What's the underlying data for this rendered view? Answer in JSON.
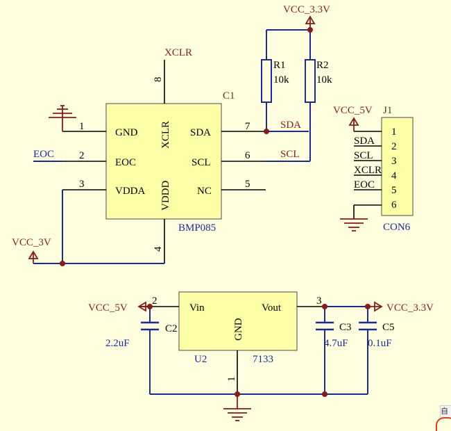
{
  "u1": {
    "ref": "C1",
    "value": "BMP085",
    "pins": {
      "gnd": {
        "name": "GND",
        "num": "1"
      },
      "eoc": {
        "name": "EOC",
        "num": "2"
      },
      "vdda": {
        "name": "VDDA",
        "num": "3"
      },
      "vddd": {
        "name": "VDDD",
        "num": "4"
      },
      "nc": {
        "name": "NC",
        "num": "5"
      },
      "scl": {
        "name": "SCL",
        "num": "6"
      },
      "sda": {
        "name": "SDA",
        "num": "7"
      },
      "xclr": {
        "name": "XCLR",
        "num": "8"
      }
    }
  },
  "r1": {
    "ref": "R1",
    "value": "10k"
  },
  "r2": {
    "ref": "R2",
    "value": "10k"
  },
  "net_labels": {
    "vcc33_top": "VCC_3.3V",
    "xclr": "XCLR",
    "eoc": "EOC",
    "sda": "SDA",
    "scl": "SCL",
    "vcc3": "VCC_3V",
    "vcc5_j1": "VCC_5V",
    "vcc5_reg": "VCC_5V",
    "vcc33_out": "VCC_3.3V"
  },
  "j1": {
    "ref": "J1",
    "value": "CON6",
    "pins": [
      "1",
      "2",
      "3",
      "4",
      "5",
      "6"
    ],
    "nets": [
      "SDA",
      "SCL",
      "XCLR",
      "EOC"
    ]
  },
  "u2": {
    "ref": "U2",
    "value": "7133",
    "pins": {
      "vin": "Vin",
      "vout": "Vout",
      "gnd": "GND"
    },
    "pin_nums": {
      "vin": "2",
      "vout": "3",
      "gnd": "1"
    }
  },
  "c2": {
    "ref": "C2",
    "value": "2.2uF"
  },
  "c3": {
    "ref": "C3",
    "value": "4.7uF"
  },
  "c5": {
    "ref": "C5",
    "value": "0.1uF"
  },
  "overlay": {
    "corner_char": "自"
  },
  "colors": {
    "wire": "#1a2a9a",
    "power": "#8b1a1a",
    "component_fill": "#ffffa8",
    "background": "#ffffe0"
  }
}
